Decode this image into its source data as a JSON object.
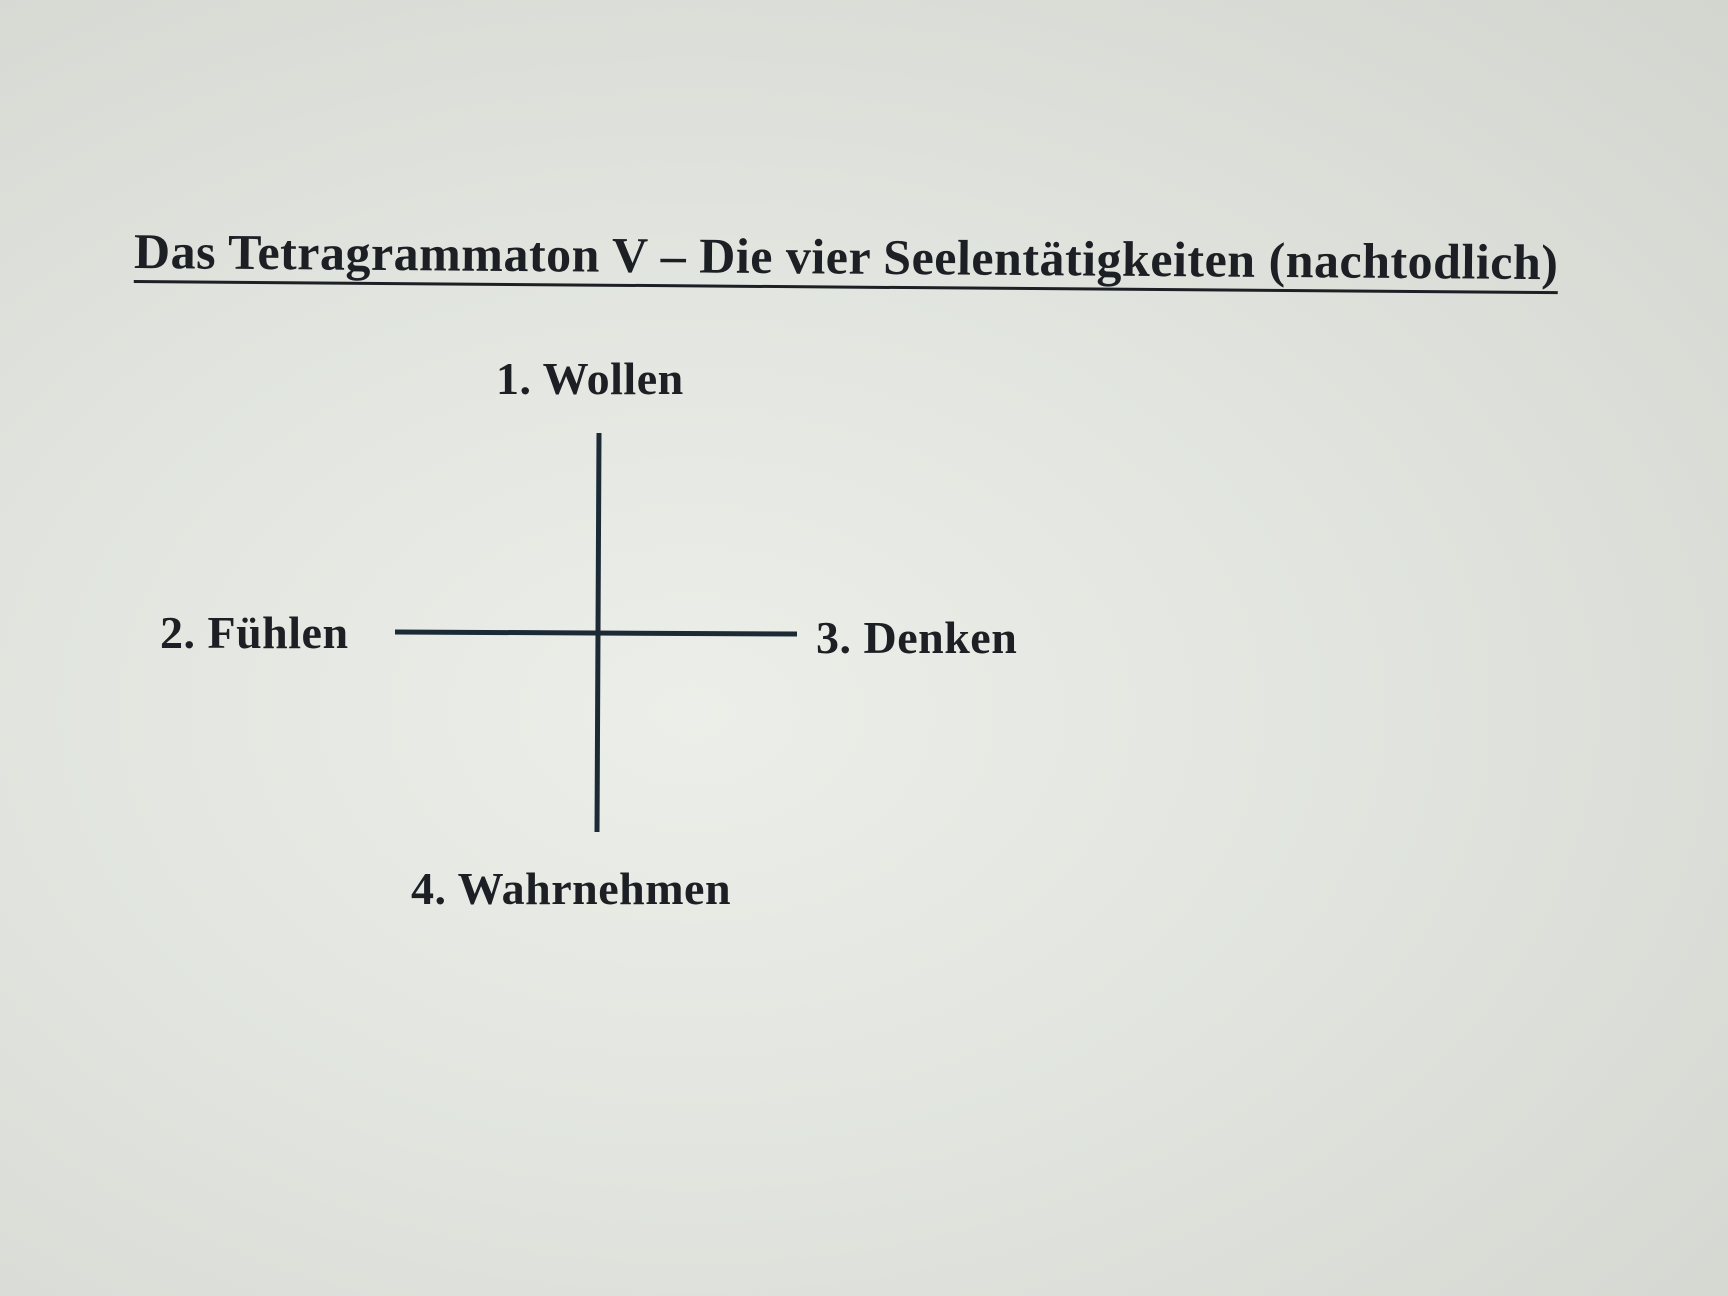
{
  "title": "Das Tetragrammaton V – Die vier Seelentätigkeiten (nachtodlich)",
  "diagram": {
    "top": "1. Wollen",
    "left": "2. Fühlen",
    "right": "3. Denken",
    "bottom": "4. Wahrnehmen"
  }
}
